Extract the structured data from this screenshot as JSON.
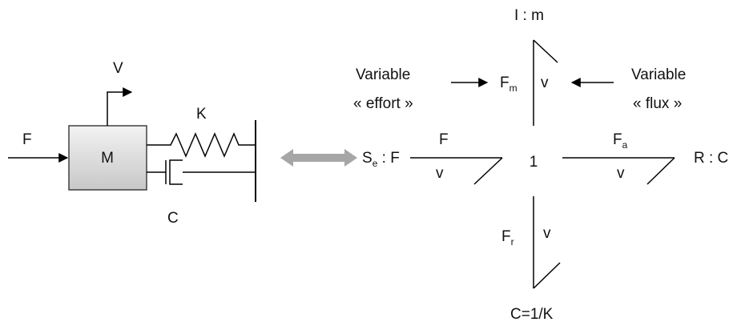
{
  "mechanical": {
    "force_label": "F",
    "mass_label": "M",
    "velocity_label": "V",
    "spring_label": "K",
    "damper_label": "C"
  },
  "equivalence_arrow": {
    "color": "#a6a6a6"
  },
  "bond_graph": {
    "junction_label": "1",
    "source": {
      "prefix": "S",
      "subscript": "e",
      "suffix": " : F"
    },
    "source_bond": {
      "effort": "F",
      "flow": "v"
    },
    "inertia_element": "I : m",
    "inertia_bond": {
      "effort_main": "F",
      "effort_sub": "m",
      "flow": "v"
    },
    "resistance_element": "R : C",
    "resistance_bond": {
      "effort_main": "F",
      "effort_sub": "a",
      "flow": "v"
    },
    "capacitance_element": "C=1/K",
    "capacitance_bond": {
      "effort_main": "F",
      "effort_sub": "r",
      "flow": "v"
    }
  },
  "annotations": {
    "effort_line1": "Variable",
    "effort_line2": "« effort »",
    "flux_line1": "Variable",
    "flux_line2": "« flux »"
  },
  "colors": {
    "mass_fill_top": "#f2f2f2",
    "mass_fill_bottom": "#c8c8c8",
    "mass_stroke": "#404040"
  }
}
